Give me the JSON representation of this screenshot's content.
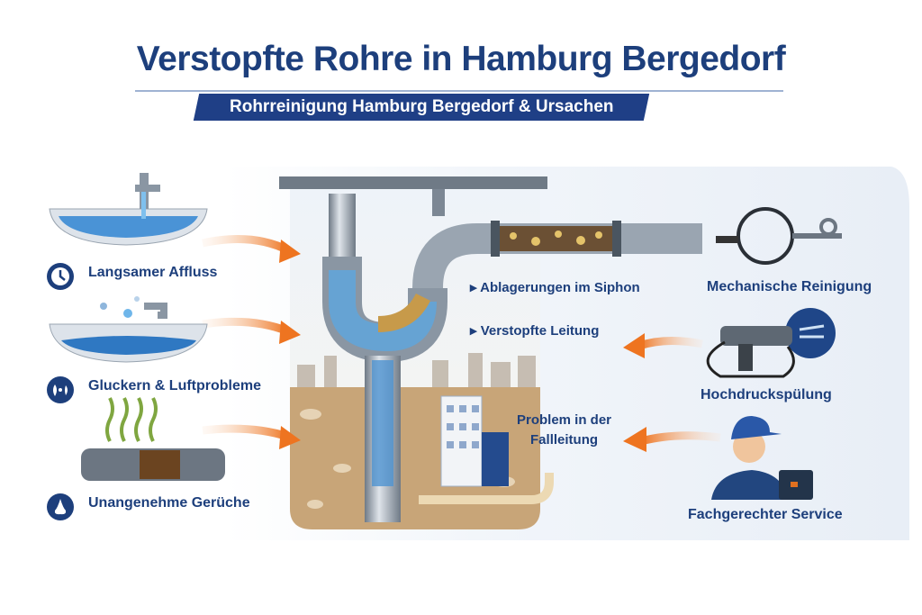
{
  "header": {
    "title": "Verstopfte Rohre in Hamburg Bergedorf",
    "subtitle": "Rohrreinigung Hamburg Bergedorf & Ursachen"
  },
  "symptoms": [
    {
      "label": "Langsamer Affluss",
      "icon": "clock-icon"
    },
    {
      "label": "Gluckern & Luftprobleme",
      "icon": "air-bubbles-icon"
    },
    {
      "label": "Unangenehme Gerüche",
      "icon": "nose-icon"
    }
  ],
  "causes": [
    {
      "label": "Ablagerungen im Siphon"
    },
    {
      "label": "Verstopfte Leitung"
    },
    {
      "label_line1": "Problem in der",
      "label_line2": "Fallleitung"
    }
  ],
  "solutions": [
    {
      "label": "Mechanische Reinigung",
      "icon": "drain-spiral-icon"
    },
    {
      "label": "Hochdruckspülung",
      "icon": "pressure-washer-icon"
    },
    {
      "label": "Fachgerechter Service",
      "icon": "plumber-icon"
    }
  ],
  "colors": {
    "navy": "#1d3f7c",
    "arrow": "#ee7420",
    "water": "#3a86c8",
    "soil": "#b58e5e"
  }
}
